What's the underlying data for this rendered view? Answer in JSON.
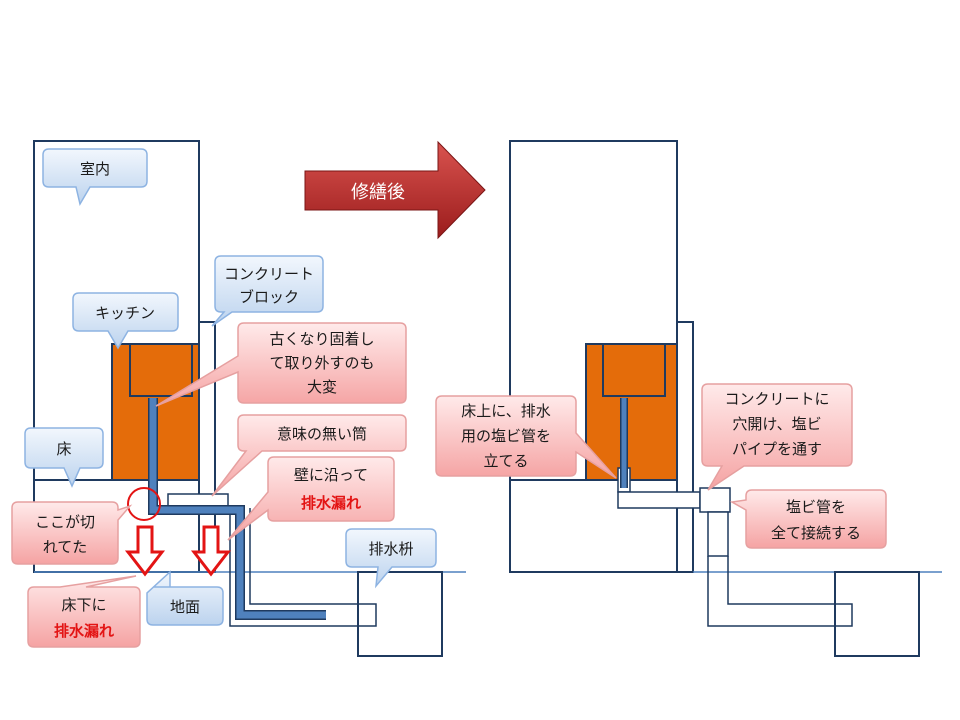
{
  "arrow_label": "修繕後",
  "callouts": {
    "indoor": "室内",
    "concrete_block": [
      "コンクリート",
      "ブロック"
    ],
    "kitchen": "キッチン",
    "floor": "床",
    "stuck": [
      "古くなり固着し",
      "て取り外すのも",
      "大変"
    ],
    "useless_tube": "意味の無い筒",
    "wall_leak_line1": "壁に沿って",
    "wall_leak_line2": "排水漏れ",
    "cut_here": [
      "ここが切",
      "れてた"
    ],
    "underfloor_line1": "床下に",
    "underfloor_line2": "排水漏れ",
    "ground": "地面",
    "drain_box": "排水枡",
    "pipe_above_floor": [
      "床上に、排水",
      "用の塩ビ管を",
      "立てる"
    ],
    "drill_concrete": [
      "コンクリートに",
      "穴開け、塩ビ",
      "パイプを通す"
    ],
    "connect_all": [
      "塩ビ管を",
      "全て接続する"
    ]
  }
}
